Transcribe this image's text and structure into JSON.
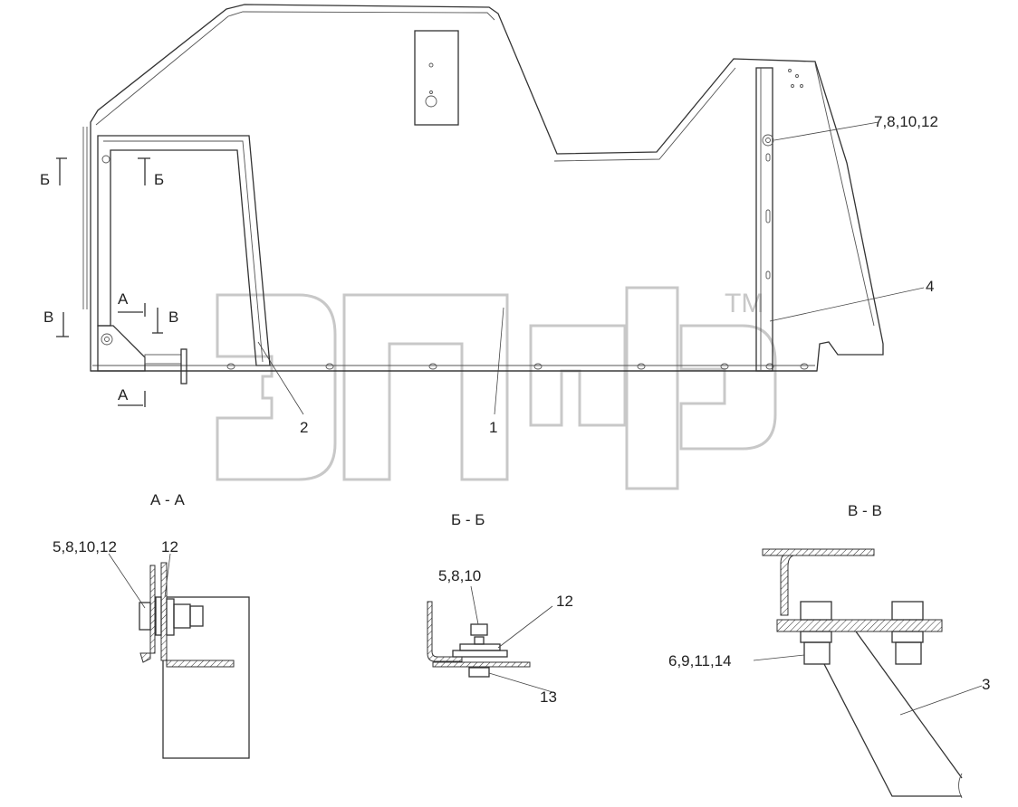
{
  "watermark": {
    "trademark": "TM"
  },
  "callouts": [
    {
      "id": "c-1",
      "text": "1"
    },
    {
      "id": "c-2",
      "text": "2"
    },
    {
      "id": "c-3",
      "text": "3"
    },
    {
      "id": "c-4",
      "text": "4"
    },
    {
      "id": "c-7-8-10-12",
      "text": "7,8,10,12"
    },
    {
      "id": "c-5-8-10-12",
      "text": "5,8,10,12"
    },
    {
      "id": "c-12-aa",
      "text": "12"
    },
    {
      "id": "c-5-8-10",
      "text": "5,8,10"
    },
    {
      "id": "c-12-bb",
      "text": "12"
    },
    {
      "id": "c-13",
      "text": "13"
    },
    {
      "id": "c-6-9-11-14",
      "text": "6,9,11,14"
    }
  ],
  "section_titles": {
    "aa": "А - А",
    "bb": "Б - Б",
    "vv": "В - В"
  },
  "section_marks": {
    "b_left": "Б",
    "b_right": "Б",
    "v_left": "В",
    "v_right": "В",
    "a_top": "А",
    "a_bottom": "А"
  }
}
